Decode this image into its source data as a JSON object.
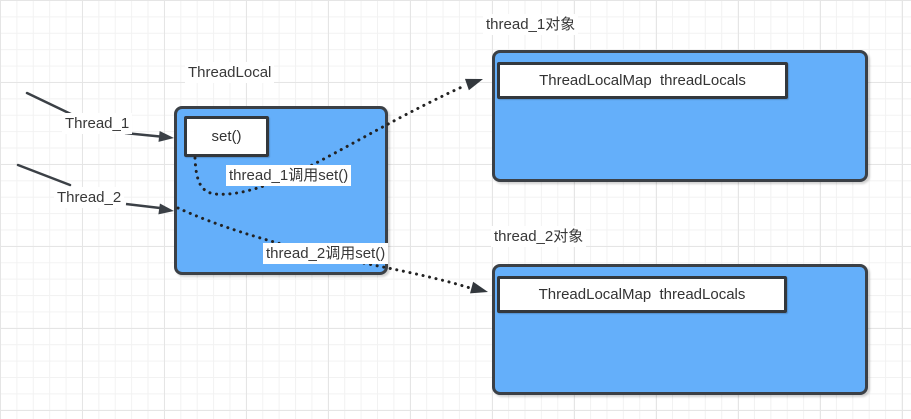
{
  "diagram": {
    "colors": {
      "node_fill": "#64AFFA",
      "node_border": "#3b4046",
      "text": "#333333",
      "grid_line": "#f2f2f2"
    },
    "threadlocal": {
      "title": "ThreadLocal",
      "method": "set()"
    },
    "threads": {
      "thread1_label": "Thread_1",
      "thread2_label": "Thread_2"
    },
    "edges": {
      "edge1_label": "thread_1调用set()",
      "edge2_label": "thread_2调用set()"
    },
    "objects": {
      "object1": {
        "title": "thread_1对象",
        "field": "ThreadLocalMap  threadLocals"
      },
      "object2": {
        "title": "thread_2对象",
        "field": "ThreadLocalMap  threadLocals"
      }
    }
  }
}
